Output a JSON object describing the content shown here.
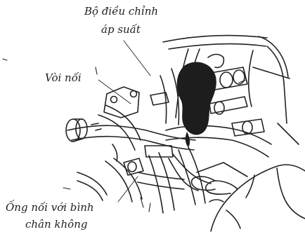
{
  "labels": {
    "pressure_regulator_line1": "Bộ điều chỉnh",
    "pressure_regulator_line2": "áp suất",
    "nozzle": "Vòi nối",
    "vacuum_hose_line1": "Ống nối với bình",
    "vacuum_hose_line2": "chân không"
  }
}
